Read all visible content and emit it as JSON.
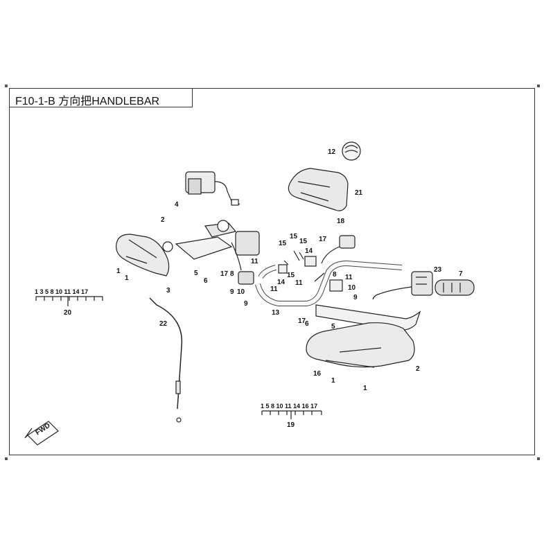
{
  "title": "F10-1-B 方向把HANDLEBAR",
  "fwd_label": "FWD",
  "callouts": [
    {
      "id": "c12",
      "label": "12"
    },
    {
      "id": "c21",
      "label": "21"
    },
    {
      "id": "c4",
      "label": "4"
    },
    {
      "id": "c2a",
      "label": "2"
    },
    {
      "id": "c1a",
      "label": "1"
    },
    {
      "id": "c1b",
      "label": "1"
    },
    {
      "id": "c3",
      "label": "3"
    },
    {
      "id": "c5a",
      "label": "5"
    },
    {
      "id": "c6a",
      "label": "6"
    },
    {
      "id": "c17a",
      "label": "17"
    },
    {
      "id": "c9a",
      "label": "9"
    },
    {
      "id": "c8a",
      "label": "8"
    },
    {
      "id": "c10a",
      "label": "10"
    },
    {
      "id": "c9b",
      "label": "9"
    },
    {
      "id": "c11a",
      "label": "11"
    },
    {
      "id": "c15a",
      "label": "15"
    },
    {
      "id": "c15b",
      "label": "15"
    },
    {
      "id": "c15c",
      "label": "15"
    },
    {
      "id": "c14a",
      "label": "14"
    },
    {
      "id": "c14b",
      "label": "14"
    },
    {
      "id": "c11b",
      "label": "11"
    },
    {
      "id": "c11c",
      "label": "11"
    },
    {
      "id": "c15d",
      "label": "15"
    },
    {
      "id": "c17b",
      "label": "17"
    },
    {
      "id": "c18",
      "label": "18"
    },
    {
      "id": "c13",
      "label": "13"
    },
    {
      "id": "c8b",
      "label": "8"
    },
    {
      "id": "c11d",
      "label": "11"
    },
    {
      "id": "c10b",
      "label": "10"
    },
    {
      "id": "c9c",
      "label": "9"
    },
    {
      "id": "c17c",
      "label": "17"
    },
    {
      "id": "c6b",
      "label": "6"
    },
    {
      "id": "c5b",
      "label": "5"
    },
    {
      "id": "c23",
      "label": "23"
    },
    {
      "id": "c7",
      "label": "7"
    },
    {
      "id": "c2b",
      "label": "2"
    },
    {
      "id": "c16",
      "label": "16"
    },
    {
      "id": "c1c",
      "label": "1"
    },
    {
      "id": "c1d",
      "label": "1"
    },
    {
      "id": "c22",
      "label": "22"
    }
  ],
  "kits": [
    {
      "id": "kit20",
      "members": "1 3 5 8 10 11 14 17",
      "label": "20"
    },
    {
      "id": "kit19",
      "members": "1 5 8 10 11 14 16 17",
      "label": "19"
    }
  ]
}
